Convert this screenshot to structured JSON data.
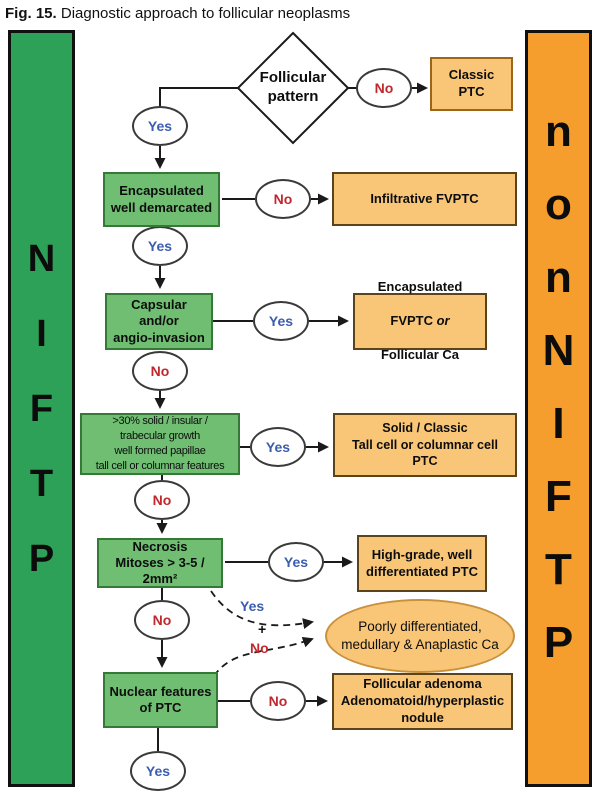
{
  "title": {
    "prefix": "Fig. 15.",
    "text": " Diagnostic approach to follicular neoplasms"
  },
  "bars": {
    "left": {
      "label": "NIFTP",
      "letters": [
        "N",
        "I",
        "F",
        "T",
        "P"
      ],
      "color": "#2EA158"
    },
    "right": {
      "label": "non NIFTP",
      "letters": [
        "n",
        "o",
        "n",
        "N",
        "I",
        "F",
        "T",
        "P"
      ],
      "color": "#F59D2D"
    }
  },
  "labels": {
    "yes": "Yes",
    "no": "No",
    "plus": "+"
  },
  "decision": {
    "follicular_pattern": "Follicular\npattern",
    "encapsulated": "Encapsulated\nwell demarcated",
    "capsular": "Capsular\nand/or\nangio-invasion",
    "growth": ">30% solid / insular /\ntrabecular growth\nwell formed papillae\ntall cell or columnar features",
    "necrosis": "Necrosis\nMitoses > 3-5 /\n2mm²",
    "nuclear": "Nuclear features\nof PTC"
  },
  "outcome": {
    "classic_ptc": "Classic\nPTC",
    "infiltrative": "Infiltrative FVPTC",
    "encapsulated_fvptc": {
      "line1": "Encapsulated",
      "line2_pre": "FVPTC ",
      "line2_italic": "or",
      "line3": "Follicular Ca"
    },
    "solid_classic": "Solid / Classic\nTall cell or columnar cell\nPTC",
    "high_grade": "High-grade, well\ndifferentiated PTC",
    "poorly_diff": "Poorly differentiated,\nmedullary & Anaplastic Ca",
    "adenoma": "Follicular adenoma\nAdenomatoid/hyperplastic\nnodule"
  },
  "colors": {
    "green_bar": "#2EA158",
    "green_box_fill": "#6FBE72",
    "green_box_border": "#347A36",
    "orange_bar": "#F59D2D",
    "orange_box_fill": "#F9C678",
    "yes_text": "#3A5DAE",
    "no_text": "#C1272D",
    "line": "#1A1A1A"
  }
}
